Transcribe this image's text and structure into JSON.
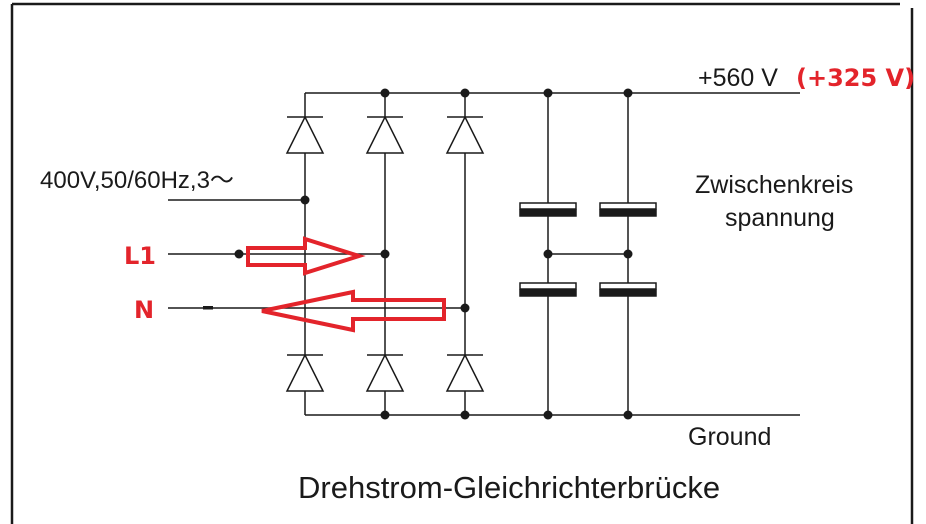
{
  "diagram": {
    "title": "Drehstrom-Gleichrichterbrücke",
    "labels": {
      "dc_positive": "+560 V",
      "dc_positive_single_phase": "(+325 V)",
      "ac_input": "400V,50/60Hz,3～",
      "dc_link_line1": "Zwischenkreis",
      "dc_link_line2": "spannung",
      "ground": "Ground",
      "l1": "L1",
      "n": "N"
    },
    "colors": {
      "wire": "#1a1a1a",
      "annotation": "#e3242b"
    },
    "components": {
      "diodes": 6,
      "capacitors": 4
    }
  }
}
